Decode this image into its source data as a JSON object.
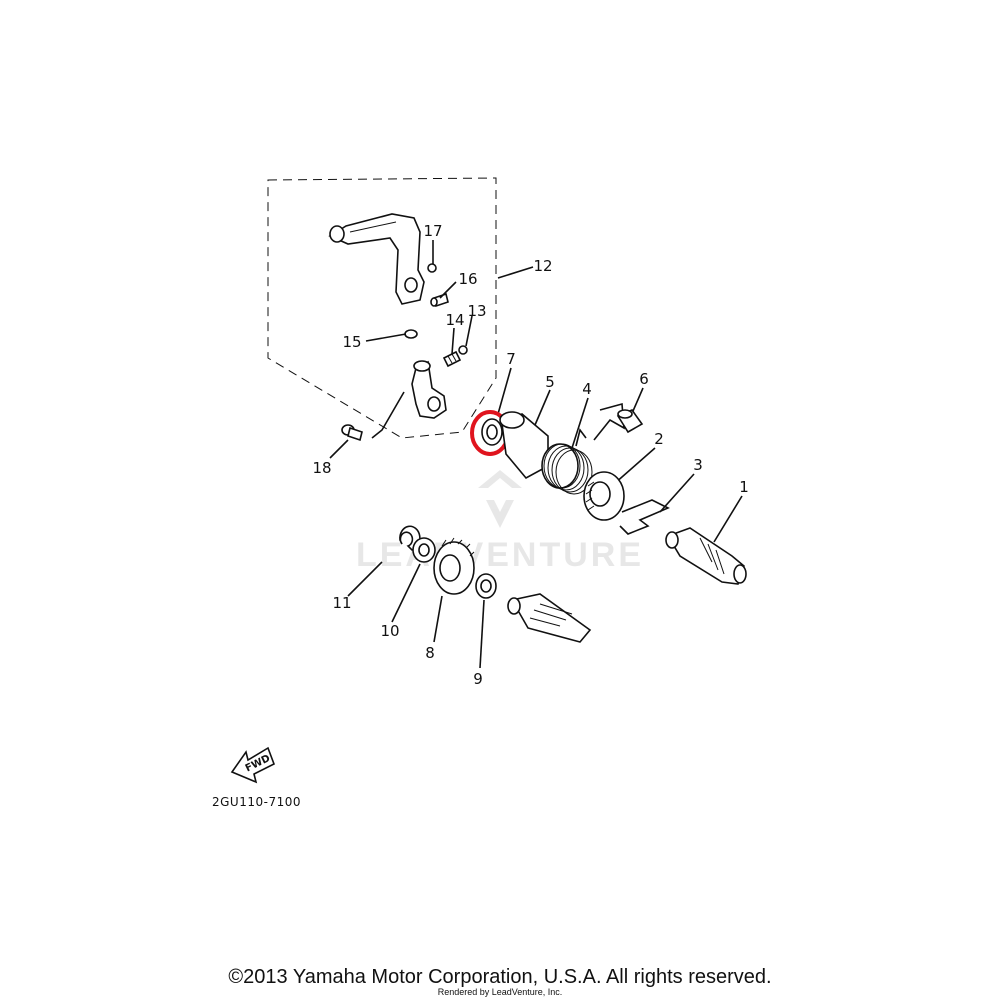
{
  "diagram": {
    "part_numbers": {
      "p1": "1",
      "p2": "2",
      "p3": "3",
      "p4": "4",
      "p5": "5",
      "p6": "6",
      "p7": "7",
      "p8": "8",
      "p9": "9",
      "p10": "10",
      "p11": "11",
      "p12": "12",
      "p13": "13",
      "p14": "14",
      "p15": "15",
      "p16": "16",
      "p17": "17",
      "p18": "18"
    },
    "highlighted_part": "7",
    "highlight_color": "#e0141e",
    "fwd_label": "FWD",
    "diagram_code": "2GU110-7100",
    "watermark": "LEADVENTURE"
  },
  "footer": {
    "copyright": "©2013 Yamaha Motor Corporation, U.S.A. All rights reserved.",
    "rendered_by": "Rendered by LeadVenture, Inc."
  }
}
